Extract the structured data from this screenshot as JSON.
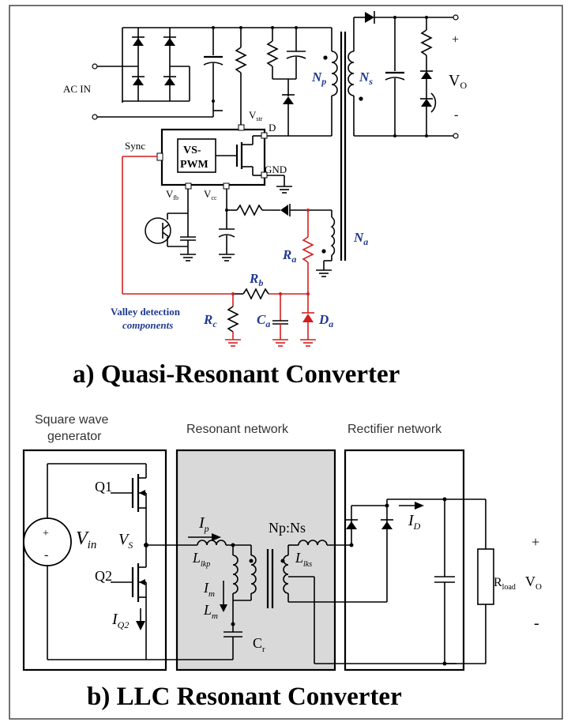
{
  "title_a": "a) Quasi-Resonant Converter",
  "title_b": "b) LLC Resonant Converter",
  "qr": {
    "ac_in": "AC IN",
    "sync": "Sync",
    "ic_line1": "VS-",
    "ic_line2": "PWM",
    "gnd": "GND",
    "vstr": "V",
    "vstr_sub": "str",
    "d_pin": "D",
    "vfb": "V",
    "vfb_sub": "fb",
    "vcc": "V",
    "vcc_sub": "cc",
    "np": "N",
    "np_sub": "p",
    "ns": "N",
    "ns_sub": "s",
    "na": "N",
    "na_sub": "a",
    "vo": "V",
    "vo_sub": "O",
    "plus": "+",
    "minus": "-",
    "ra": "R",
    "ra_sub": "a",
    "rb": "R",
    "rb_sub": "b",
    "rc": "R",
    "rc_sub": "c",
    "ca": "C",
    "ca_sub": "a",
    "da": "D",
    "da_sub": "a",
    "valley_1": "Valley detection",
    "valley_2": "components"
  },
  "llc": {
    "section_1a": "Square wave",
    "section_1b": "generator",
    "section_2": "Resonant network",
    "section_3": "Rectifier network",
    "q1": "Q1",
    "q2": "Q2",
    "vin": "V",
    "vin_sub": "in",
    "vs": "V",
    "vs_sub": "S",
    "iq2": "I",
    "iq2_sub": "Q2",
    "ip": "I",
    "ip_sub": "p",
    "lkp": "L",
    "lkp_sub": "lkp",
    "im": "I",
    "im_sub": "m",
    "lm": "L",
    "lm_sub": "m",
    "cr": "C",
    "cr_sub": "r",
    "ratio": "Np:Ns",
    "lks": "L",
    "lks_sub": "lks",
    "id": "I",
    "id_sub": "D",
    "rload": "R",
    "rload_sub": "load",
    "vo": "V",
    "vo_sub": "O",
    "plus": "+",
    "minus": "-"
  },
  "colors": {
    "label_blue": "#1f3a93",
    "valley_red": "#d21f1f",
    "network_gray": "#d9d9d9"
  }
}
